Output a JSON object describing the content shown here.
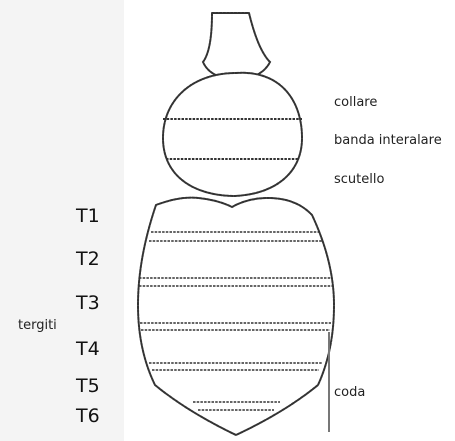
{
  "annotations": {
    "collare": "collare",
    "banda_interalare": "banda interalare",
    "scutello": "scutello",
    "tergiti": "tergiti",
    "coda": "coda"
  },
  "tergites": [
    "T1",
    "T2",
    "T3",
    "T4",
    "T5",
    "T6"
  ],
  "colors": {
    "outline": "#333333",
    "background": "#ffffff",
    "left_panel": "#f4f4f4"
  }
}
